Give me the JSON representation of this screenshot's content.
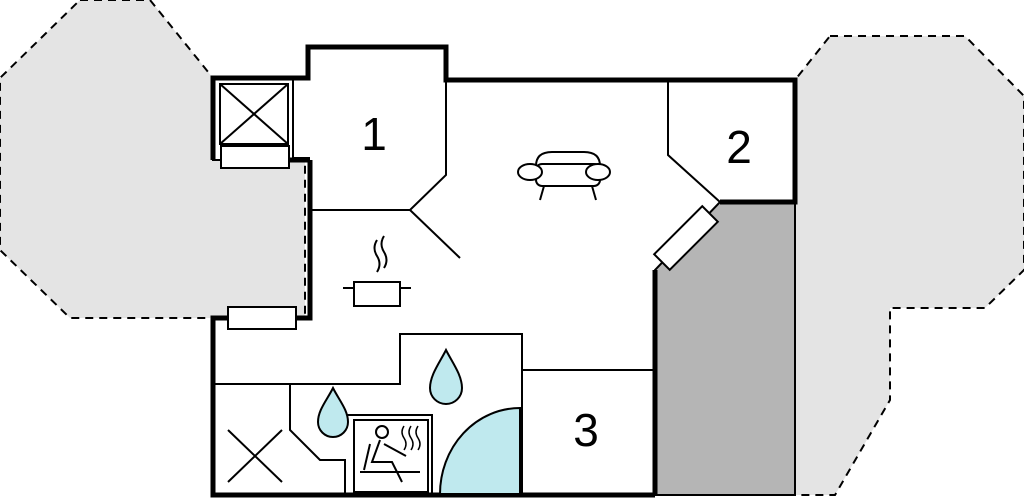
{
  "rooms": [
    {
      "id": "bedroom-1",
      "label": "1"
    },
    {
      "id": "bedroom-2",
      "label": "2"
    },
    {
      "id": "bedroom-3",
      "label": "3"
    }
  ],
  "icons": [
    "sofa-icon",
    "cooking-pot-icon",
    "water-drop-icon",
    "sauna-icon",
    "shower-icon",
    "cross-icon"
  ],
  "colors": {
    "terrace_fill": "#e4e4e4",
    "covered_terrace_fill": "#b5b5b5",
    "water_fill": "#bfe9ee",
    "wall": "#000000"
  }
}
